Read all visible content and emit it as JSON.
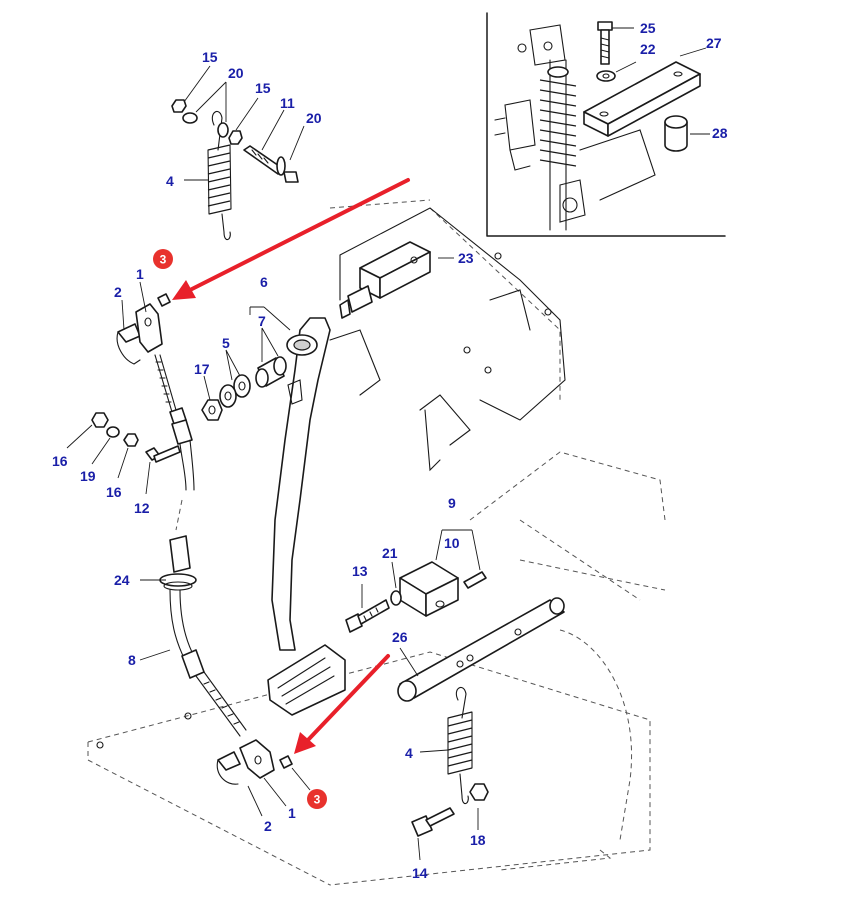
{
  "labels": {
    "l1a": "1",
    "l1b": "1",
    "l2a": "2",
    "l2b": "2",
    "l3a": "3",
    "l3b": "3",
    "l4a": "4",
    "l4b": "4",
    "l5": "5",
    "l6": "6",
    "l7": "7",
    "l8": "8",
    "l9": "9",
    "l10": "10",
    "l11": "11",
    "l12": "12",
    "l13": "13",
    "l14": "14",
    "l15a": "15",
    "l15b": "15",
    "l16a": "16",
    "l16b": "16",
    "l17": "17",
    "l18": "18",
    "l19": "19",
    "l20a": "20",
    "l20b": "20",
    "l21": "21",
    "l22": "22",
    "l23": "23",
    "l24": "24",
    "l25": "25",
    "l26": "26",
    "l27": "27",
    "l28": "28"
  },
  "colors": {
    "label": "#1a1fa8",
    "arrow": "#e8202a",
    "badge": "#e8322d",
    "outline": "#1a1a1a"
  }
}
